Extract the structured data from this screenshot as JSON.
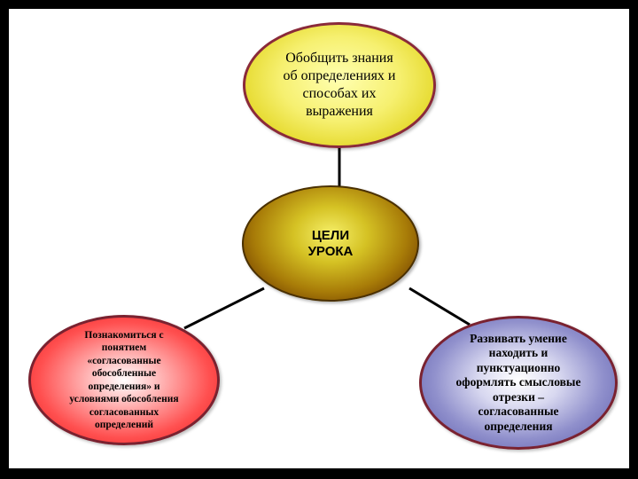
{
  "diagram": {
    "center": {
      "label": "ЦЕЛИ\nУРОКА",
      "color": "#a87c08"
    },
    "goals": [
      {
        "label": "Обобщить знания\nоб определениях и\nспособах их\nвыражения",
        "color": "#f6f070"
      },
      {
        "label": "Познакомиться с\nпонятием\n«согласованные\nобособленные\nопределения» и\nусловиями обособления\nсогласованных\nопределений",
        "color": "#ff5050"
      },
      {
        "label": "Развивать умение\nнаходить и\nпунктуационно\nоформлять смысловые\nотрезки –\nсогласованные\nопределения",
        "color": "#9090cc"
      }
    ]
  }
}
